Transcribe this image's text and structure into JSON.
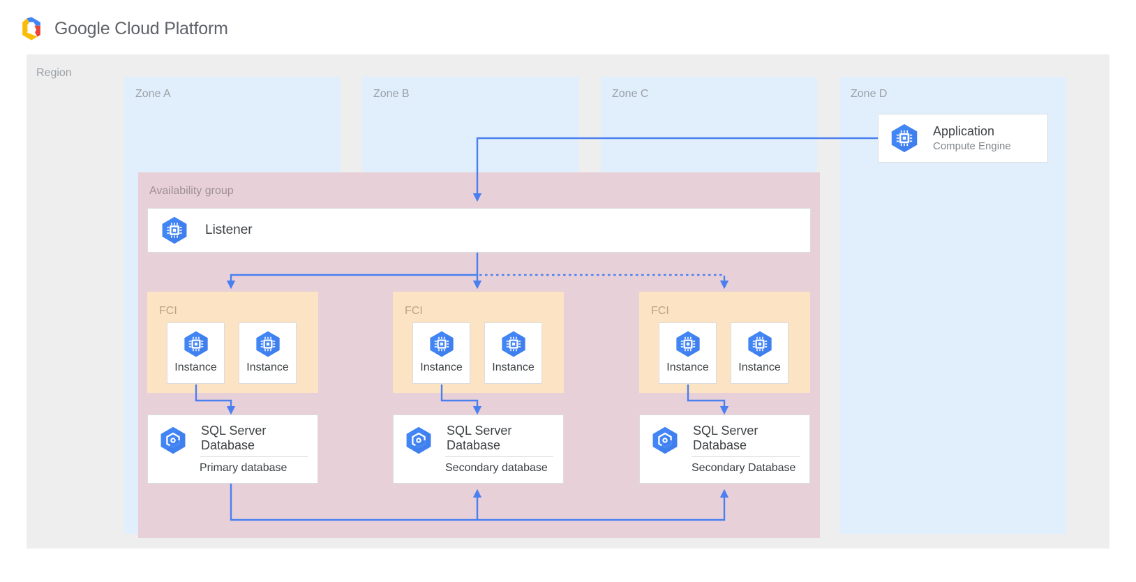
{
  "header": {
    "brand_google": "Google",
    "brand_cloud_platform": " Cloud Platform",
    "logo_icon": "gcp-hexagon-logo"
  },
  "region": {
    "label": "Region"
  },
  "zones": [
    {
      "id": "zone-a",
      "label": "Zone A"
    },
    {
      "id": "zone-b",
      "label": "Zone B"
    },
    {
      "id": "zone-c",
      "label": "Zone C"
    },
    {
      "id": "zone-d",
      "label": "Zone D"
    }
  ],
  "application": {
    "title": "Application",
    "subtitle": "Compute Engine",
    "icon": "compute-engine-icon"
  },
  "availability_group": {
    "label": "Availability group",
    "listener": {
      "title": "Listener",
      "icon": "compute-engine-icon"
    }
  },
  "fci_groups": [
    {
      "id": "fci-a",
      "label": "FCI",
      "instances": [
        {
          "label": "Instance",
          "icon": "compute-engine-icon"
        },
        {
          "label": "Instance",
          "icon": "compute-engine-icon"
        }
      ]
    },
    {
      "id": "fci-b",
      "label": "FCI",
      "instances": [
        {
          "label": "Instance",
          "icon": "compute-engine-icon"
        },
        {
          "label": "Instance",
          "icon": "compute-engine-icon"
        }
      ]
    },
    {
      "id": "fci-c",
      "label": "FCI",
      "instances": [
        {
          "label": "Instance",
          "icon": "compute-engine-icon"
        },
        {
          "label": "Instance",
          "icon": "compute-engine-icon"
        }
      ]
    }
  ],
  "databases": [
    {
      "id": "db-a",
      "title": "SQL Server Database",
      "role": "Primary database",
      "icon": "sql-server-database-icon"
    },
    {
      "id": "db-b",
      "title": "SQL Server Database",
      "role": "Secondary database",
      "icon": "sql-server-database-icon"
    },
    {
      "id": "db-c",
      "title": "SQL Server Database",
      "role": "Secondary Database",
      "icon": "sql-server-database-icon"
    }
  ],
  "colors": {
    "connector": "#4a7ff0",
    "zone_bg": "#e1effd",
    "region_bg": "#eeeeee",
    "availability_group_bg": "#e8d0d9",
    "fci_bg": "#fce3c4",
    "icon_blue": "#4285f4",
    "text_primary": "#3c4043",
    "text_muted": "#9aa0a6"
  }
}
